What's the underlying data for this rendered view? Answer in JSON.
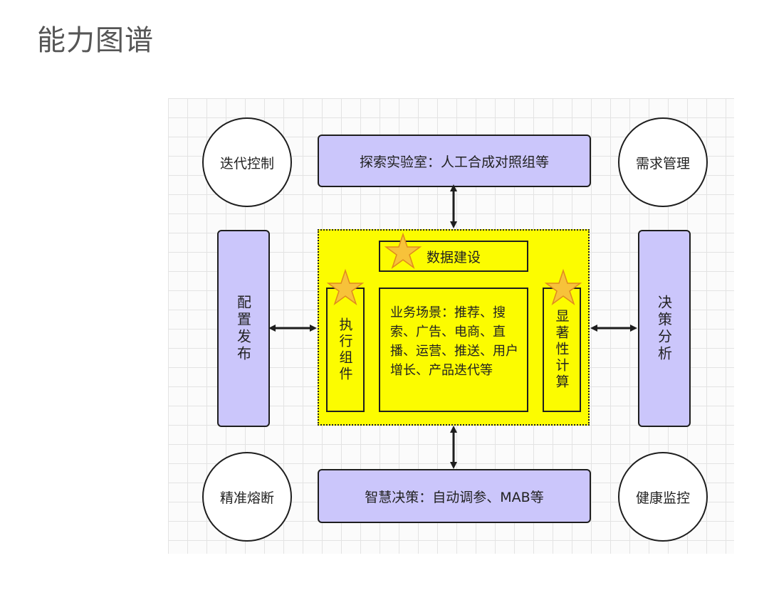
{
  "page": {
    "title": "能力图谱"
  },
  "diagram": {
    "corners": {
      "top_left": "迭代控制",
      "top_right": "需求管理",
      "bottom_left": "精准熔断",
      "bottom_right": "健康监控"
    },
    "top_box": "探索实验室：人工合成对照组等",
    "bottom_box": "智慧决策：自动调参、MAB等",
    "left_box": "配置发布",
    "right_box": "决策分析",
    "core": {
      "top": "数据建设",
      "left": "执行组件",
      "right": "显著性计算",
      "center": "业务场景：推荐、搜索、广告、电商、直播、运营、推送、用户增长、产品迭代等"
    },
    "colors": {
      "box_fill": "#cbc6fb",
      "core_fill": "#fcfc00",
      "star_fill": "#f7c23a"
    }
  }
}
